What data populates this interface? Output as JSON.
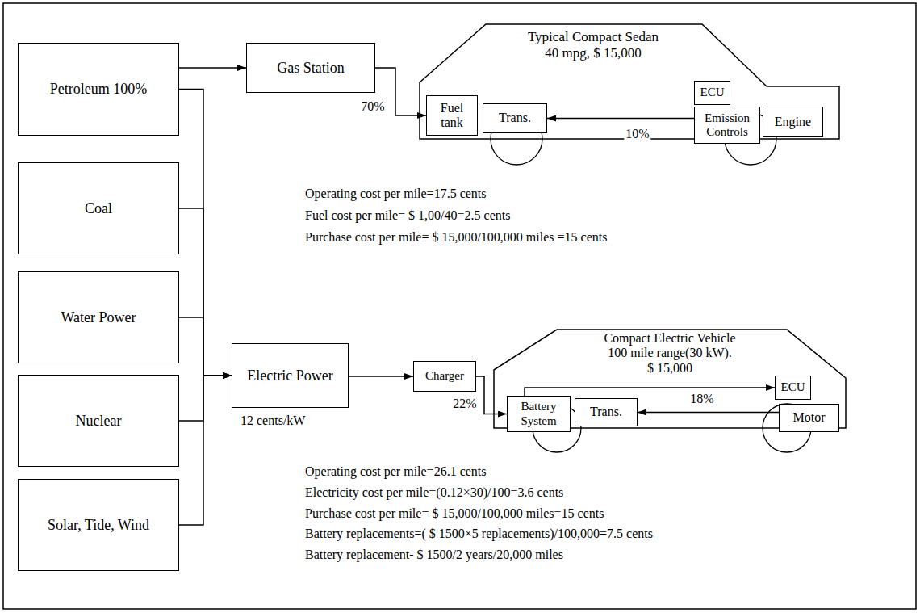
{
  "diagram": {
    "nodes": [
      {
        "text": [
          "Petroleum 100%"
        ]
      },
      {
        "text": [
          "Coal"
        ]
      },
      {
        "text": [
          "Water Power"
        ]
      },
      {
        "text": [
          "Nuclear"
        ]
      },
      {
        "text": [
          "Solar, Tide, Wind"
        ]
      },
      {
        "text": [
          "Gas Station"
        ]
      },
      {
        "text": [
          "Typical Compact Sedan",
          "40 mpg, $ 15,000"
        ]
      },
      {
        "text": [
          "ECU"
        ],
        "in": 6
      },
      {
        "text": [
          "Fuel tank"
        ],
        "in": 6
      },
      {
        "text": [
          "Trans."
        ],
        "in": 6
      },
      {
        "text": [
          "Emission Controls"
        ],
        "in": 6
      },
      {
        "text": [
          "Engine"
        ],
        "in": 6
      },
      {
        "text": [
          "Electric Power"
        ]
      },
      {
        "text": [
          "Charger"
        ]
      },
      {
        "text": [
          "Compact Electric Vehicle",
          "100 mile range(30 kW).",
          "$ 15,000"
        ]
      },
      {
        "text": [
          "ECU"
        ],
        "in": 14
      },
      {
        "text": [
          "Battery System"
        ],
        "in": 14
      },
      {
        "text": [
          "Trans."
        ],
        "in": 14
      },
      {
        "text": [
          "Motor"
        ],
        "in": 14
      }
    ],
    "edges": [
      {
        "from": 0,
        "to": 5,
        "arrow": "to"
      },
      {
        "from": 5,
        "to": 8,
        "label": "70%",
        "arrow": "to"
      },
      {
        "from": 10,
        "to": 9,
        "label": "10%",
        "arrow": "to"
      },
      {
        "from": 0,
        "to": 12,
        "arrow": "to"
      },
      {
        "from": 1,
        "to": 12,
        "arrow": "to"
      },
      {
        "from": 2,
        "to": 12,
        "arrow": "to"
      },
      {
        "from": 3,
        "to": 12,
        "arrow": "to"
      },
      {
        "from": 4,
        "to": 12,
        "arrow": "to"
      },
      {
        "from": 12,
        "to": 13,
        "arrow": "to"
      },
      {
        "from": 13,
        "to": 16,
        "label": "22%",
        "arrow": "to"
      },
      {
        "from": 16,
        "to": 15,
        "arrow": "to"
      },
      {
        "from": 18,
        "to": 17,
        "label": "18%",
        "arrow": "to"
      }
    ],
    "labels": [
      "Operating cost per mile=17.5 cents",
      "Fuel cost per mile= $ 1,00/40=2.5 cents",
      "Purchase cost per mile= $ 15,000/100,000 miles =15 cents",
      "12 cents/kW",
      "Operating cost per mile=26.1 cents",
      "Electricity cost per mile=(0.12×30)/100=3.6 cents",
      "Purchase cost per mile= $ 15,000/100,000 miles=15 cents",
      "Battery replacements=( $ 1500×5 replacements)/100,000=7.5 cents",
      "Battery replacement- $ 1500/2 years/20,000 miles"
    ]
  }
}
